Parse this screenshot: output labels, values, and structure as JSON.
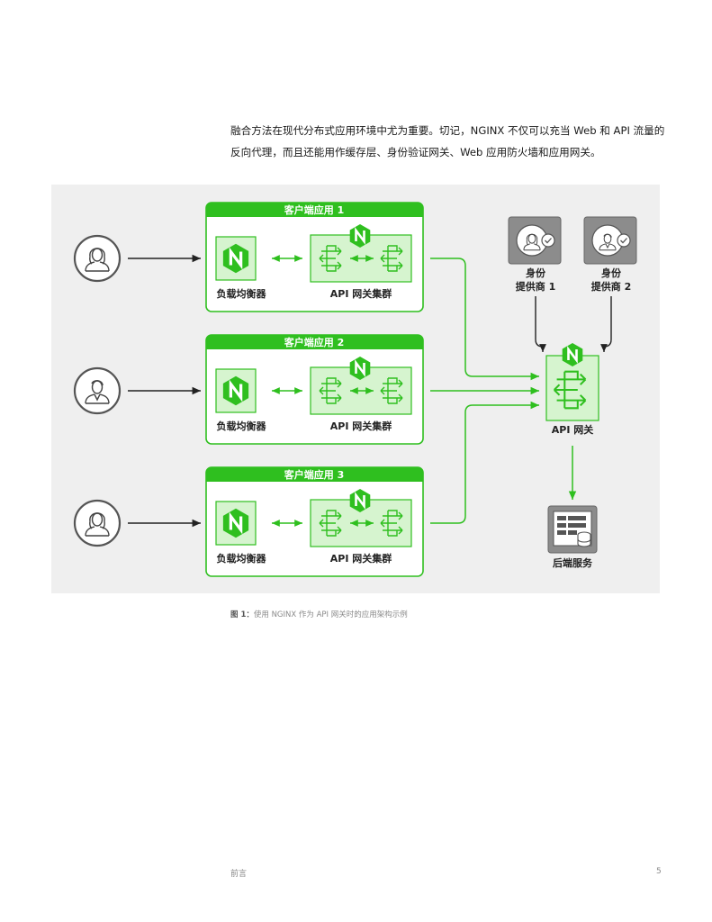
{
  "intro": {
    "line1": "融合方法在现代分布式应用环境中尤为重要。切记，NGINX 不仅可以充当 Web 和 API 流量的",
    "line2": "反向代理，而且还能用作缓存层、身份验证网关、Web 应用防火墙和应用网关。"
  },
  "figure": {
    "clients": [
      {
        "title": "客户端应用 1",
        "lb_label": "负载均衡器",
        "cluster_label": "API 网关集群"
      },
      {
        "title": "客户端应用 2",
        "lb_label": "负载均衡器",
        "cluster_label": "API 网关集群"
      },
      {
        "title": "客户端应用 3",
        "lb_label": "负载均衡器",
        "cluster_label": "API 网关集群"
      }
    ],
    "idp1": {
      "line1": "身份",
      "line2": "提供商 1"
    },
    "idp2": {
      "line1": "身份",
      "line2": "提供商 2"
    },
    "gateway_label": "API 网关",
    "backend_label": "后端服务",
    "nginx_letter": "N",
    "colors": {
      "green": "#2fbf1f",
      "green_light": "#d6f4cf",
      "gray_box": "#8c8c8c"
    }
  },
  "caption": {
    "prefix": "图 1：",
    "text": "使用 NGINX 作为 API 网关时的应用架构示例"
  },
  "footer": {
    "section": "前言",
    "page": "5"
  }
}
